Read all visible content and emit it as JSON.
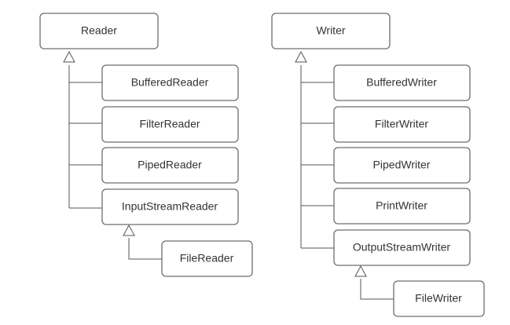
{
  "reader": {
    "root": "Reader",
    "children": [
      "BufferedReader",
      "FilterReader",
      "PipedReader",
      "InputStreamReader"
    ],
    "grandchild": "FileReader"
  },
  "writer": {
    "root": "Writer",
    "children": [
      "BufferedWriter",
      "FilterWriter",
      "PipedWriter",
      "PrintWriter",
      "OutputStreamWriter"
    ],
    "grandchild": "FileWriter"
  }
}
